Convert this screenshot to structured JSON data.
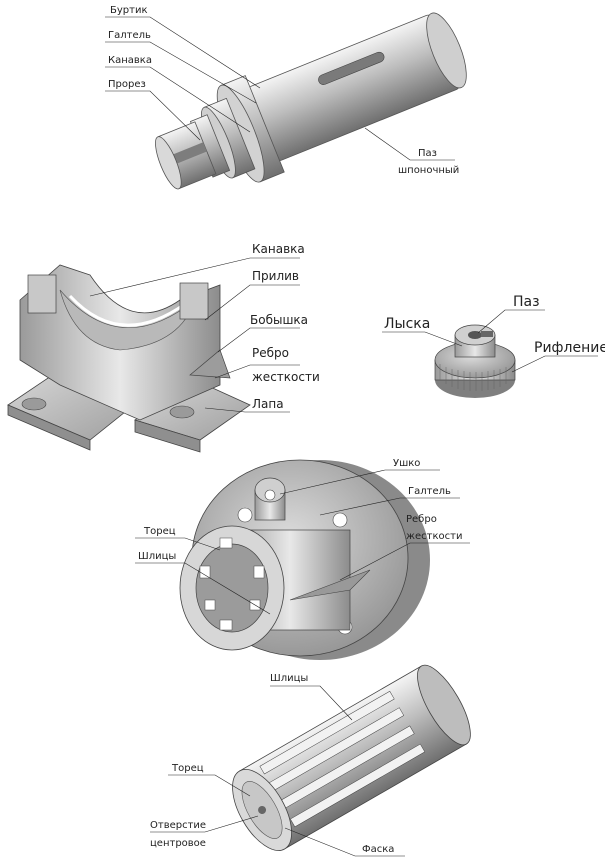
{
  "figure1": {
    "labels": {
      "burtik": "Буртик",
      "galtel": "Галтель",
      "kanavka": "Канавка",
      "prorez": "Прорез",
      "paz_line1": "Паз",
      "paz_line2": "шпоночный"
    }
  },
  "figure2": {
    "labels": {
      "kanavka": "Канавка",
      "priliv": "Прилив",
      "bobyshka": "Бобышка",
      "rebro_line1": "Ребро",
      "rebro_line2": "жесткости",
      "lapa": "Лапа"
    }
  },
  "figure3": {
    "labels": {
      "lyska": "Лыска",
      "paz": "Паз",
      "riflenie": "Рифление"
    }
  },
  "figure4": {
    "labels": {
      "ushko": "Ушко",
      "galtel": "Галтель",
      "rebro_line1": "Ребро",
      "rebro_line2": "жесткости",
      "torec": "Торец",
      "shlicy": "Шлицы"
    }
  },
  "figure5": {
    "labels": {
      "shlicy": "Шлицы",
      "torec": "Торец",
      "otv_line1": "Отверстие",
      "otv_line2": "центровое",
      "faska": "Фаска"
    }
  },
  "colors": {
    "metal_light": "#e6e6e6",
    "metal_mid": "#b5b5b5",
    "metal_dark": "#7a7a7a",
    "outline": "#444444",
    "leader": "#222222"
  }
}
